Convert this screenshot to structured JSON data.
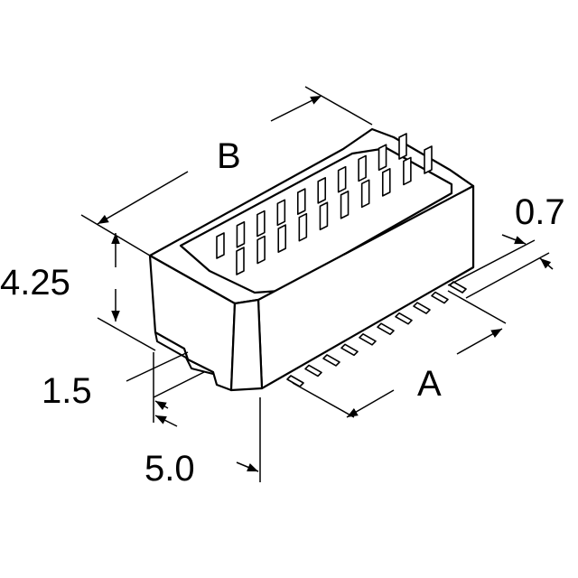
{
  "dimensions": {
    "b_label": "B",
    "height_label": "4.25",
    "pitch_label": "0.7",
    "foot_label": "1.5",
    "a_label": "A",
    "depth_label": "5.0"
  },
  "component": {
    "pin_rows": 2,
    "pins_per_row": 10
  }
}
